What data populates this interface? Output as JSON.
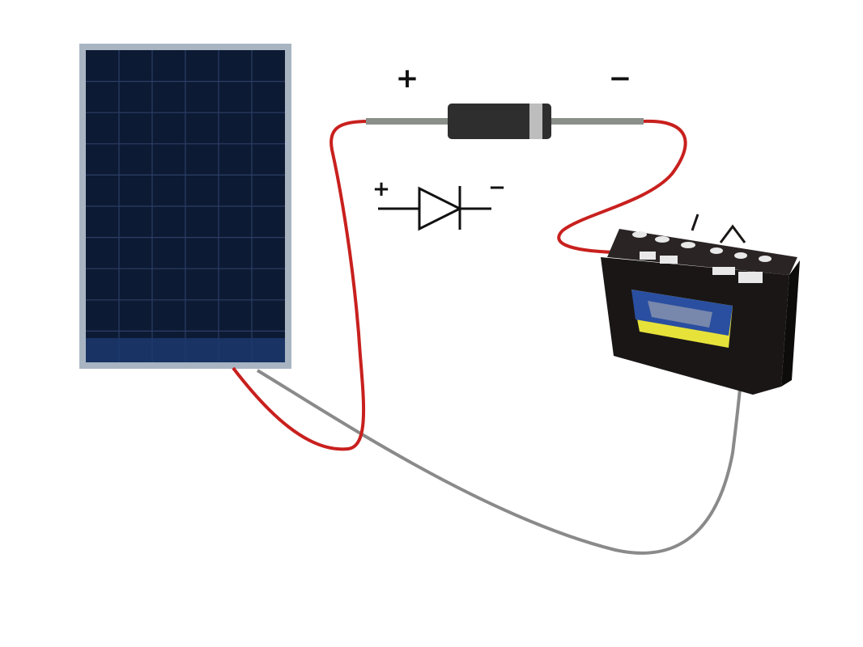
{
  "diode_labels": {
    "anode": "+",
    "cathode": "−"
  },
  "symbol_labels": {
    "anode": "+",
    "cathode": "−"
  },
  "colors": {
    "positive_wire": "#c8201e",
    "negative_wire": "#8a8a8a",
    "panel_cells": "#0d1a33",
    "panel_frame": "#9aa8b8",
    "battery_body": "#1a1616",
    "battery_label_yellow": "#e6e23a",
    "battery_label_blue": "#2a4fa0",
    "diode_body": "#2e2e2e"
  },
  "components": [
    "solar-panel",
    "diode",
    "diode-symbol",
    "battery"
  ]
}
